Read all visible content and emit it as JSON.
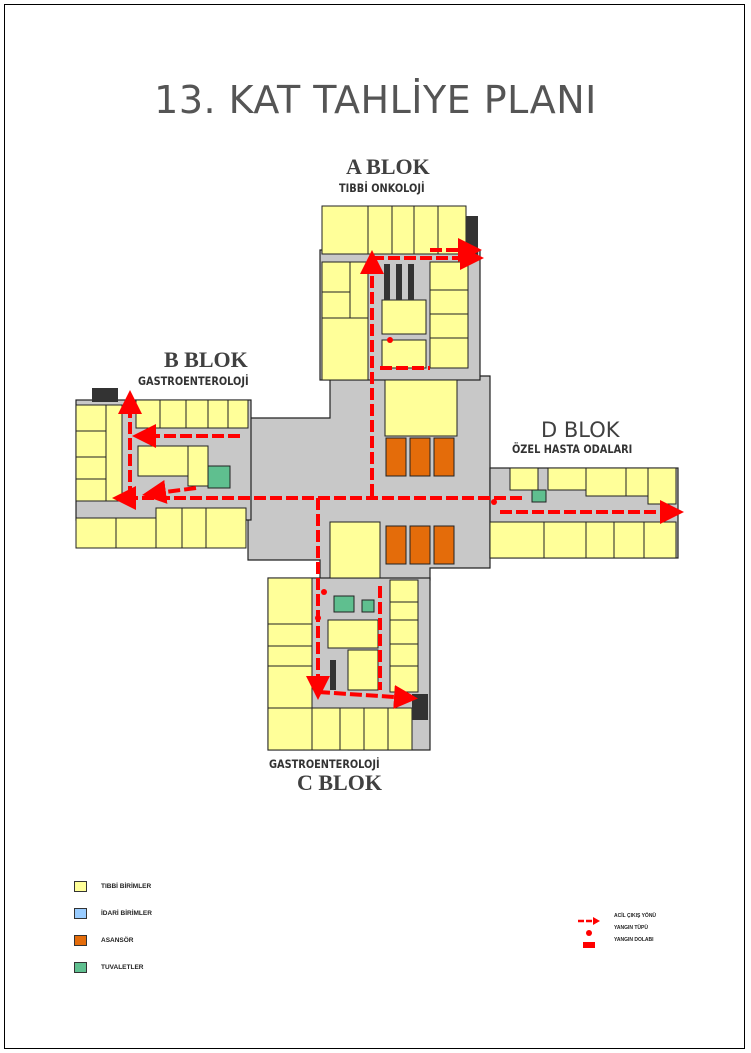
{
  "title": "13. KAT TAHLİYE PLANI",
  "blocks": {
    "a": {
      "name": "A BLOK",
      "unit": "TIBBİ ONKOLOJİ"
    },
    "b": {
      "name": "B BLOK",
      "unit": "GASTROENTEROLOJİ"
    },
    "c": {
      "name": "C BLOK",
      "unit": "GASTROENTEROLOJİ"
    },
    "d": {
      "name": "D BLOK",
      "unit": "ÖZEL HASTA ODALARI"
    }
  },
  "legend": [
    {
      "label": "TIBBİ BİRİMLER",
      "color": "#ffff99"
    },
    {
      "label": "İDARİ BİRİMLER",
      "color": "#99ccff"
    },
    {
      "label": "ASANSÖR",
      "color": "#e46c0a"
    },
    {
      "label": "TUVALETLER",
      "color": "#5fbf8f"
    }
  ],
  "key": [
    {
      "label": "ACİL ÇIKIŞ YÖNÜ",
      "icon": "arrow-icon"
    },
    {
      "label": "YANGIN TÜPÜ",
      "icon": "dot-icon"
    },
    {
      "label": "YANGIN DOLABI",
      "icon": "cabinet-icon"
    }
  ],
  "colors": {
    "room": "#ffff99",
    "corridor": "#c8c8c8",
    "elevator": "#e46c0a",
    "toilet": "#5fbf8f",
    "exit_route": "#ff0000"
  }
}
